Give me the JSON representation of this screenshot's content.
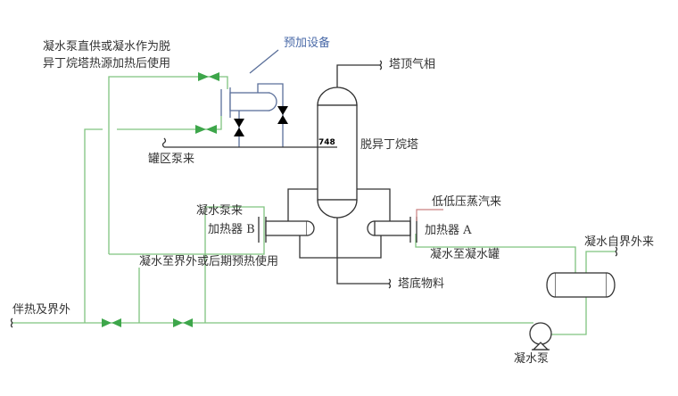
{
  "diagram": {
    "title": "脱异丁烷塔凝水流程示意",
    "colors": {
      "condensate_line": "#7fc47f",
      "process_line": "#333333",
      "pre_added_equipment_line": "#5a6f9a",
      "steam_line": "#c98080",
      "green_valve": "#3da64a",
      "black_valve": "#000000",
      "annotation_text": "#4a6aa8"
    },
    "labels": {
      "condensate_direct_line1": "凝水泵直供或凝水作为脱",
      "condensate_direct_line2": "异丁烷塔热源加热后使用",
      "pre_added_equipment": "预加设备",
      "tower_top_vapor": "塔顶气相",
      "tank_area_pump_in": "罐区泵来",
      "tower_tag": "748",
      "deisobutanizer": "脱异丁烷塔",
      "condensate_pump_in": "凝水泵来",
      "heater_b": "加热器 B",
      "low_low_pressure_steam_in": "低低压蒸汽来",
      "heater_a": "加热器 A",
      "condensate_to_tank": "凝水至凝水罐",
      "condensate_to_outside": "凝水至界外或后期预热使用",
      "tower_bottom": "塔底物料",
      "condensate_from_outside": "凝水自界外来",
      "tracing_and_outside": "伴热及界外",
      "condensate_pump": "凝水泵"
    },
    "nodes": [
      {
        "id": "deisobutanizer",
        "type": "tower",
        "label": "脱异丁烷塔"
      },
      {
        "id": "heater-a",
        "type": "heat-exchanger",
        "label": "加热器 A"
      },
      {
        "id": "heater-b",
        "type": "heat-exchanger",
        "label": "加热器 B"
      },
      {
        "id": "pre-heater",
        "type": "heat-exchanger",
        "label": "预加设备"
      },
      {
        "id": "condensate-tank",
        "type": "horizontal-vessel",
        "label": ""
      },
      {
        "id": "condensate-pump",
        "type": "pump",
        "label": "凝水泵"
      }
    ],
    "edges": [
      {
        "from": "condensate-from-outside",
        "to": "condensate-tank"
      },
      {
        "from": "heater-a",
        "to": "condensate-tank",
        "label": "凝水至凝水罐"
      },
      {
        "from": "condensate-tank",
        "to": "condensate-pump"
      },
      {
        "from": "condensate-pump",
        "to": "tracing-and-outside",
        "label": "伴热及界外"
      },
      {
        "from": "low-low-pressure-steam",
        "to": "heater-a"
      },
      {
        "from": "condensate-pump",
        "to": "heater-b",
        "label": "凝水泵来"
      },
      {
        "from": "heater-b",
        "to": "outside",
        "label": "凝水至界外或后期预热使用"
      },
      {
        "from": "condensate-pump",
        "to": "pre-heater",
        "label": "凝水泵直供或凝水作为脱异丁烷塔热源加热后使用"
      },
      {
        "from": "tank-area-pump",
        "to": "deisobutanizer",
        "label": "罐区泵来"
      },
      {
        "from": "deisobutanizer",
        "to": "tower-top-vapor",
        "label": "塔顶气相"
      },
      {
        "from": "deisobutanizer",
        "to": "tower-bottom",
        "label": "塔底物料"
      }
    ]
  }
}
